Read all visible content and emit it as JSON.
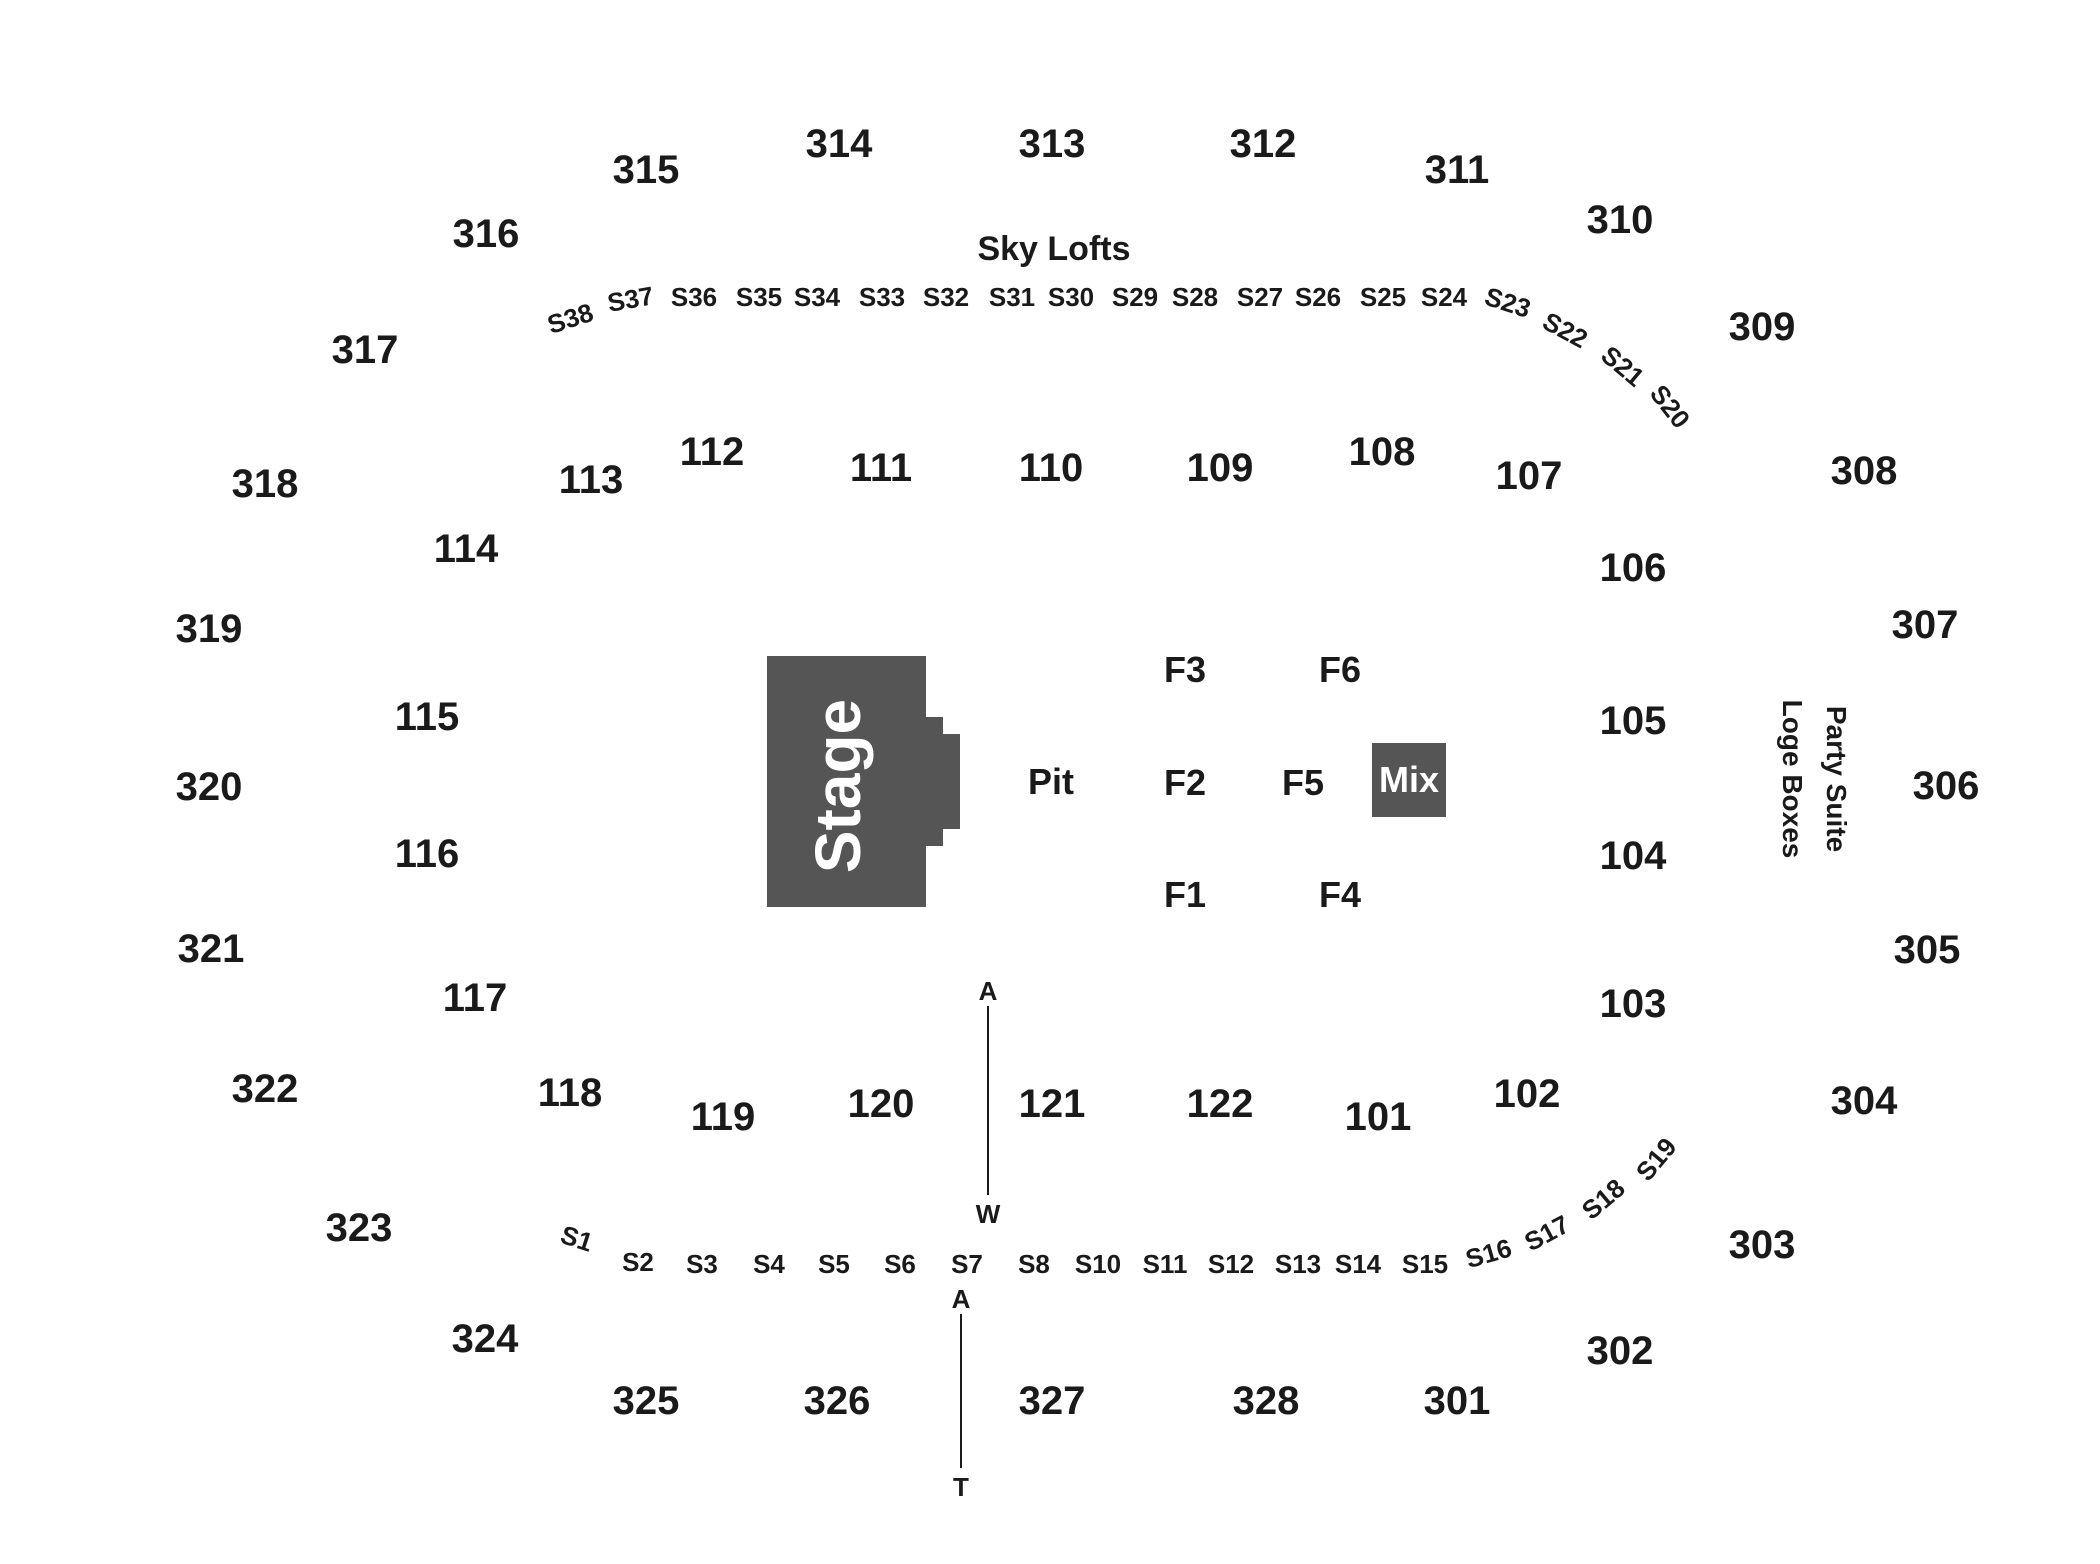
{
  "venue": {
    "sky_lofts_label": "Sky Lofts",
    "loge_boxes_label": "Loge Boxes",
    "party_suite_label": "Party Suite"
  },
  "stage": {
    "label": "Stage",
    "color": "#555555"
  },
  "mix": {
    "label": "Mix",
    "color": "#555555"
  },
  "floor": {
    "pit": "Pit",
    "sections": [
      "F1",
      "F2",
      "F3",
      "F4",
      "F5",
      "F6"
    ]
  },
  "upper_sections": [
    "301",
    "302",
    "303",
    "304",
    "305",
    "306",
    "307",
    "308",
    "309",
    "310",
    "311",
    "312",
    "313",
    "314",
    "315",
    "316",
    "317",
    "318",
    "319",
    "320",
    "321",
    "322",
    "323",
    "324",
    "325",
    "326",
    "327",
    "328"
  ],
  "lower_sections": [
    "101",
    "102",
    "103",
    "104",
    "105",
    "106",
    "107",
    "108",
    "109",
    "110",
    "111",
    "112",
    "113",
    "114",
    "115",
    "116",
    "117",
    "118",
    "119",
    "120",
    "121",
    "122"
  ],
  "suites": [
    "S1",
    "S2",
    "S3",
    "S4",
    "S5",
    "S6",
    "S7",
    "S8",
    "S10",
    "S11",
    "S12",
    "S13",
    "S14",
    "S15",
    "S16",
    "S17",
    "S18",
    "S19",
    "S20",
    "S21",
    "S22",
    "S23",
    "S24",
    "S25",
    "S26",
    "S27",
    "S28",
    "S29",
    "S30",
    "S31",
    "S32",
    "S33",
    "S34",
    "S35",
    "S36",
    "S37",
    "S38"
  ],
  "aisles": [
    {
      "top": "A",
      "bottom": "W"
    },
    {
      "top": "A",
      "bottom": "T"
    }
  ]
}
